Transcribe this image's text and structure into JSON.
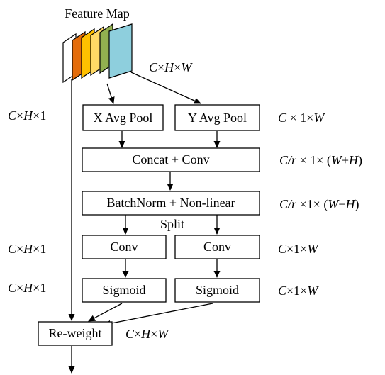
{
  "title": "Feature Map",
  "colors": {
    "stroke": "#000000",
    "box_fill": "#ffffff",
    "slices": [
      "#ffffff",
      "#e46c0a",
      "#ffc000",
      "#ffd966",
      "#92b050",
      "#8ecfdd"
    ]
  },
  "nodes": {
    "x_pool": "X Avg Pool",
    "y_pool": "Y Avg Pool",
    "concat": "Concat + Conv",
    "bn": "BatchNorm + Non-linear",
    "split": "Split",
    "conv_left": "Conv",
    "conv_right": "Conv",
    "sig_left": "Sigmoid",
    "sig_right": "Sigmoid",
    "reweight": "Re-weight"
  },
  "dims": {
    "input": [
      "C",
      "×",
      "H",
      "×",
      "W"
    ],
    "x_side": [
      "C",
      "×",
      "H",
      "×1"
    ],
    "y_side": [
      "C",
      " × 1×",
      "W"
    ],
    "concat": [
      "C/r",
      " × 1× (",
      "W",
      "+",
      "H",
      ")"
    ],
    "bn": [
      "C/r",
      " ×1× (",
      "W",
      "+",
      "H",
      ")"
    ],
    "conv_left": [
      "C",
      "×",
      "H",
      "×1"
    ],
    "conv_right": [
      "C",
      "×1×",
      "W"
    ],
    "sig_left": [
      "C",
      "×",
      "H",
      "×1"
    ],
    "sig_right": [
      "C",
      "×1×",
      "W"
    ],
    "output": [
      "C",
      "×",
      "H",
      "×",
      "W"
    ]
  }
}
